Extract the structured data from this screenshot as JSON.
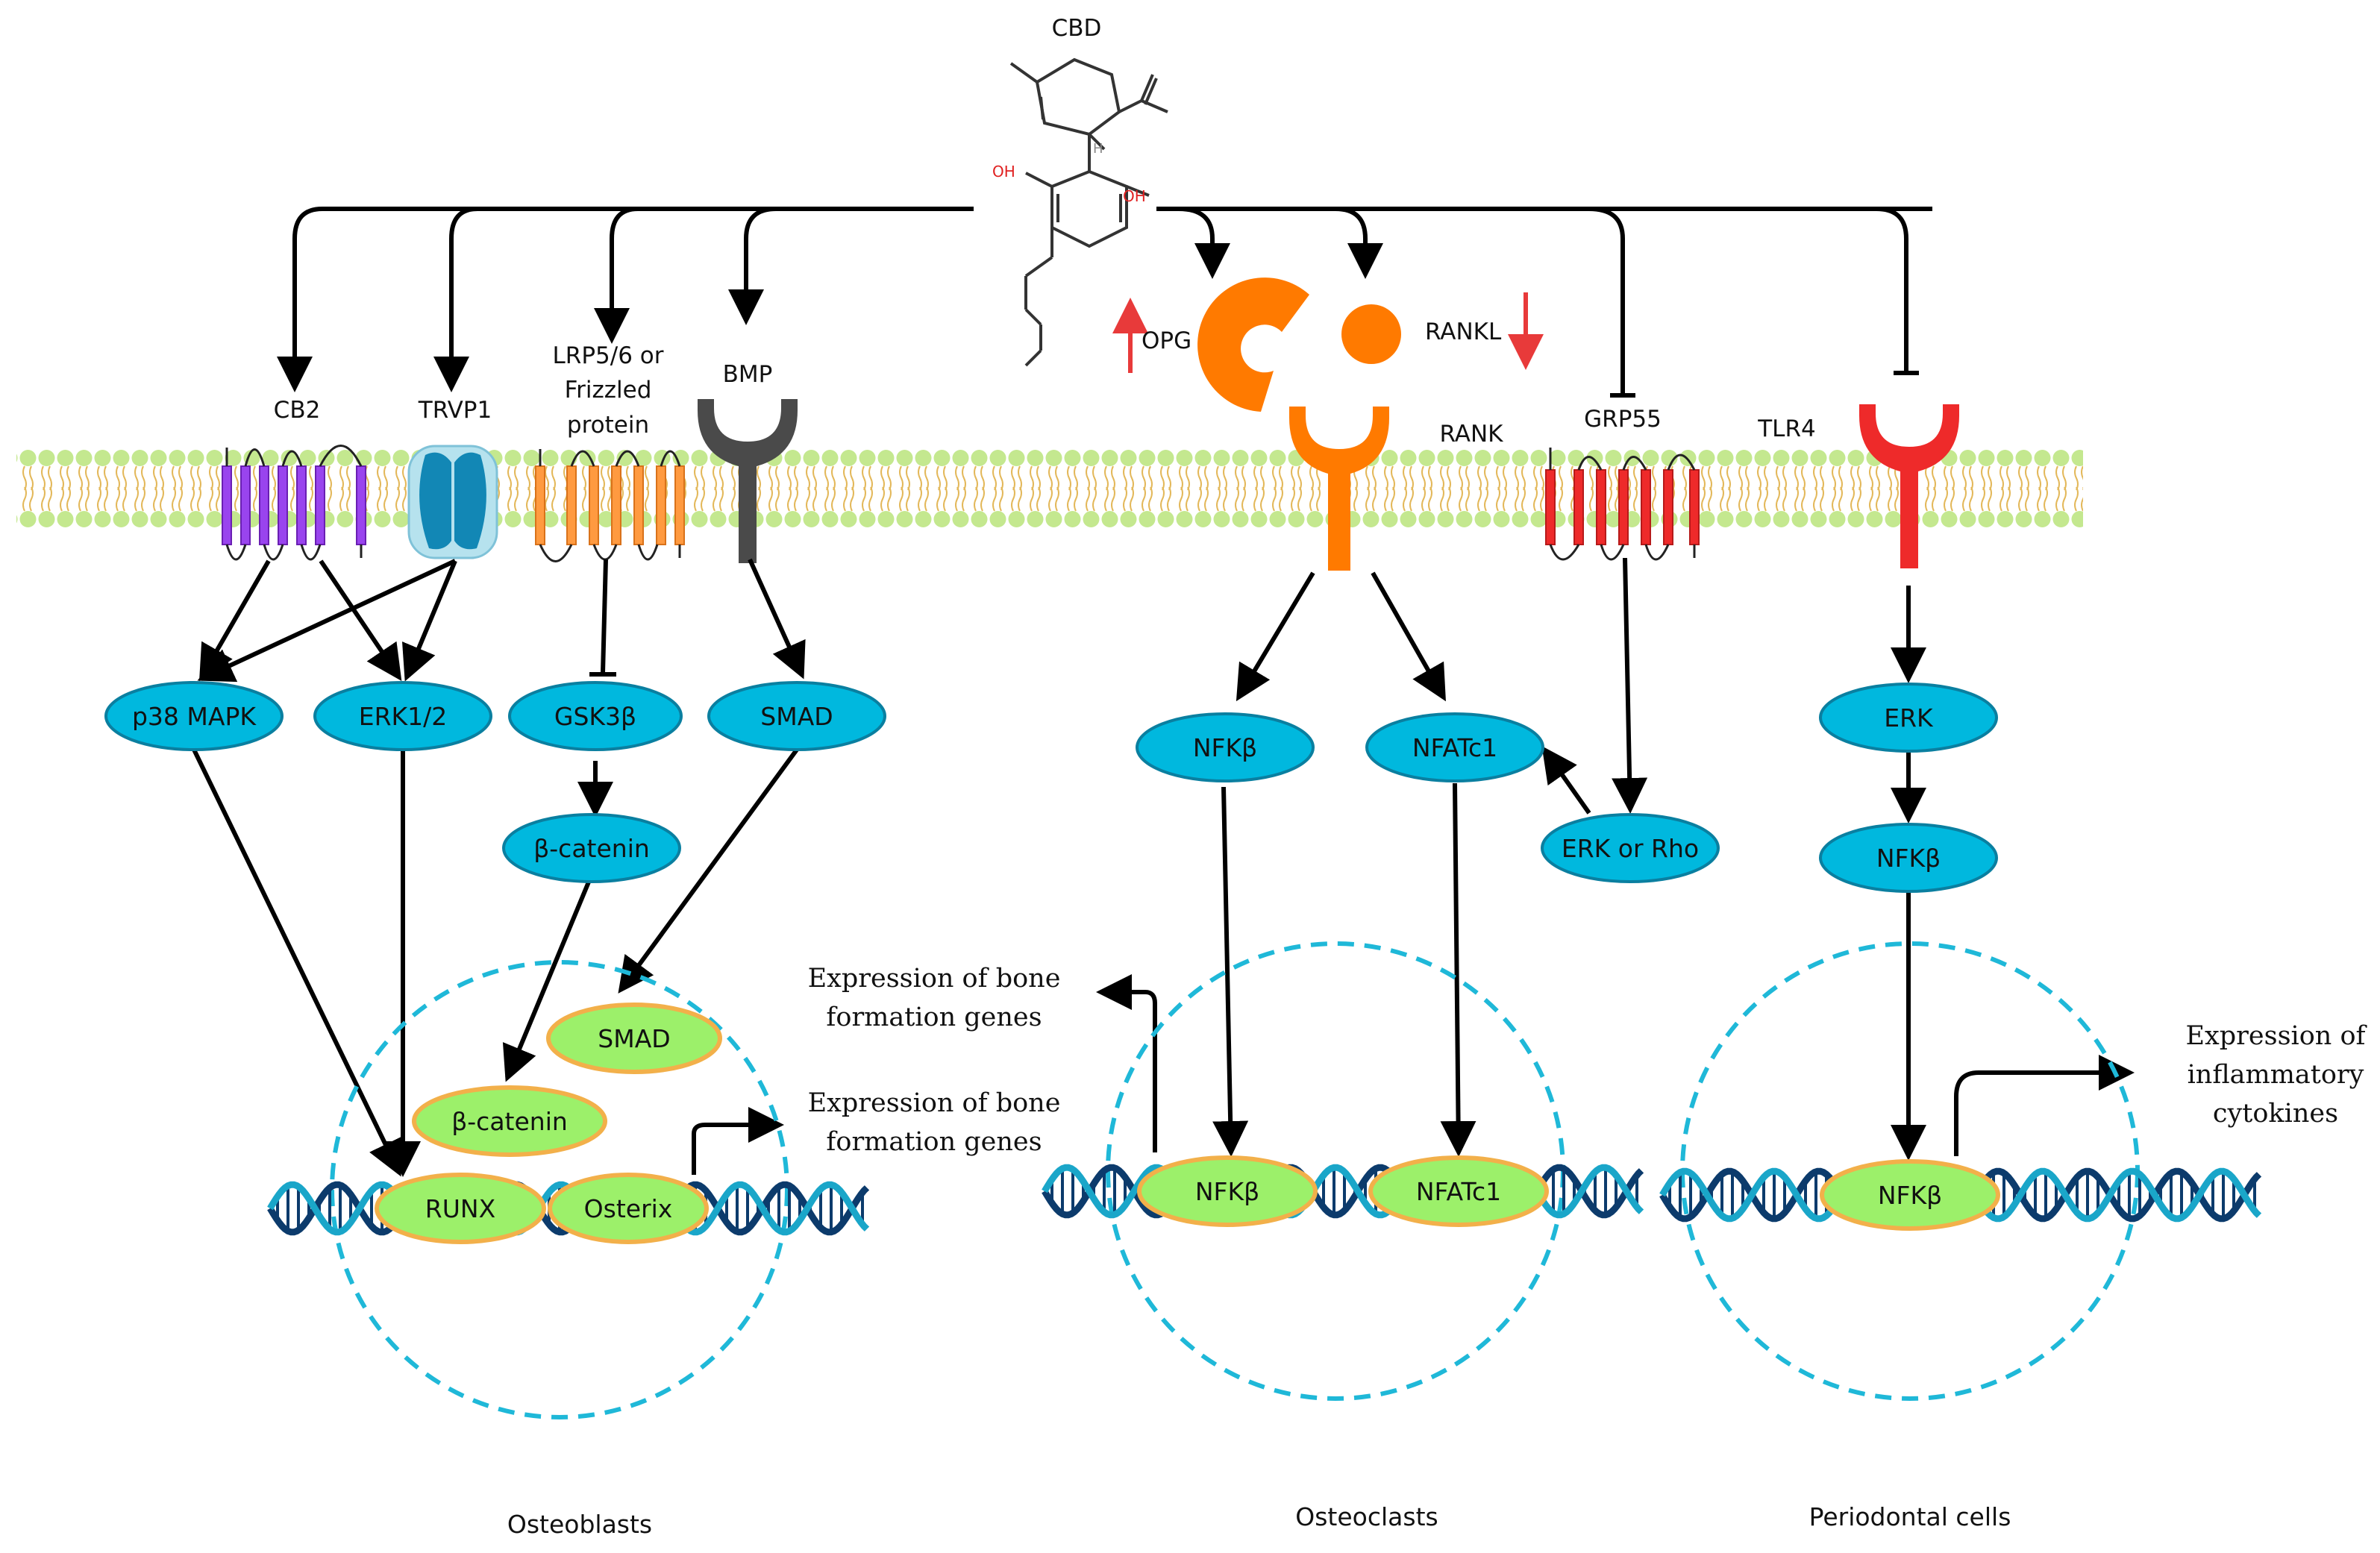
{
  "colors": {
    "membrane": "#c4e88f",
    "cyto_node": "#00b8de",
    "cyto_node_stroke": "#0a7fa0",
    "nuc_node": "#9cf06a",
    "nuc_node_stroke": "#f2b04a",
    "nucleus_dash": "#1fb8d8",
    "dna_dark": "#0c3b6c",
    "dna_light": "#1aa6c9",
    "cb2": "#9944ee",
    "trvp1": "#1287b5",
    "lrp": "#ff9a40",
    "bmp": "#4a4a4a",
    "rank": "#ff7a00",
    "grp55": "#ee2a2a",
    "tlr4": "#ee2a2a",
    "up_down_arrows": "#e83a3a"
  },
  "compound": {
    "name": "CBD",
    "atoms": {
      "oh_left": "OH",
      "oh_right": "OH",
      "h": "H"
    }
  },
  "receptors": {
    "cb2": "CB2",
    "trvp1": "TRVP1",
    "lrp_line1": "LRP5/6 or",
    "lrp_line2": "Frizzled",
    "lrp_line3": "protein",
    "bmp": "BMP",
    "rank": "RANK",
    "grp55": "GRP55",
    "tlr4": "TLR4"
  },
  "ligands": {
    "opg": "OPG",
    "rankl": "RANKL"
  },
  "nodes": {
    "p38": "p38 MAPK",
    "erk12": "ERK1/2",
    "gsk3b": "GSK3β",
    "smad": "SMAD",
    "bcatenin": "β-catenin",
    "nfkb_oc": "NFKβ",
    "nfatc1": "NFATc1",
    "erk_rho": "ERK or Rho",
    "erk_pd": "ERK",
    "nfkb_pd": "NFKβ"
  },
  "nuclear": {
    "smad": "SMAD",
    "bcatenin": "β-catenin",
    "runx": "RUNX",
    "osterix": "Osterix",
    "nfkb_oc": "NFKβ",
    "nfatc1": "NFATc1",
    "nfkb_pd": "NFKβ"
  },
  "outputs": {
    "ob_line1": "Expression of bone",
    "ob_line2": "formation genes",
    "oc_line1": "Expression of bone",
    "oc_line2": "formation genes",
    "pd_line1": "Expression of",
    "pd_line2": "inflammatory",
    "pd_line3": "cytokines"
  },
  "cell_types": {
    "osteoblasts": "Osteoblasts",
    "osteoclasts": "Osteoclasts",
    "periodontal": "Periodontal cells"
  }
}
